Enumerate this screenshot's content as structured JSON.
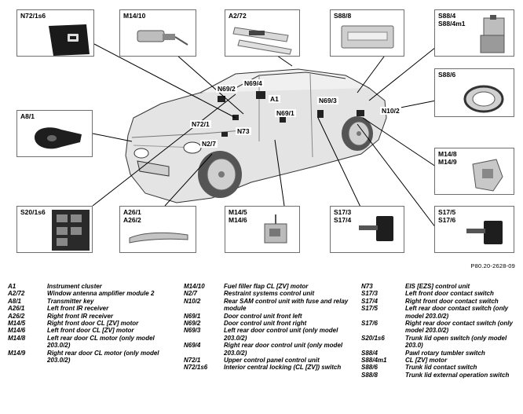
{
  "boxes": {
    "n72_1s6": "N72/1s6",
    "m14_10": "M14/10",
    "a2_72": "A2/72",
    "s88_8": "S88/8",
    "s88_4": "S88/4\nS88/4m1",
    "s88_6": "S88/6",
    "a8_1": "A8/1",
    "m14_8": "M14/8\nM14/9",
    "s20_1s6": "S20/1s6",
    "a26": "A26/1\nA26/2",
    "m14_5": "M14/5\nM14/6",
    "s17_3": "S17/3\nS17/4",
    "s17_5": "S17/5\nS17/6"
  },
  "car_tags": {
    "n69_2": "N69/2",
    "n69_4": "N69/4",
    "a1": "A1",
    "n69_1": "N69/1",
    "n69_3": "N69/3",
    "n10_2": "N10/2",
    "n72_1": "N72/1",
    "n73": "N73",
    "n2_7": "N2/7"
  },
  "reference_code": "P80.20-2628-09",
  "legend": {
    "col1": [
      {
        "code": "A1",
        "desc": "Instrument cluster"
      },
      {
        "code": "A2/72",
        "desc": "Window antenna amplifier module 2"
      },
      {
        "code": "A8/1",
        "desc": "Transmitter key"
      },
      {
        "code": "A26/1",
        "desc": "Left front IR receiver"
      },
      {
        "code": "A26/2",
        "desc": "Right front IR receiver"
      },
      {
        "code": "M14/5",
        "desc": "Right front door CL [ZV] motor"
      },
      {
        "code": "M14/6",
        "desc": "Left front door CL [ZV] motor"
      },
      {
        "code": "M14/8",
        "desc": "Left rear door CL motor (only model 203.0/2)"
      },
      {
        "code": "M14/9",
        "desc": "Right rear door CL motor (only model 203.0/2)"
      }
    ],
    "col2": [
      {
        "code": "M14/10",
        "desc": "Fuel filler flap CL [ZV] motor"
      },
      {
        "code": "N2/7",
        "desc": "Restraint systems control unit"
      },
      {
        "code": "N10/2",
        "desc": "Rear SAM control unit with fuse and relay module"
      },
      {
        "code": "N69/1",
        "desc": "Door control unit front left"
      },
      {
        "code": "N69/2",
        "desc": "Door control unit front right"
      },
      {
        "code": "N69/3",
        "desc": "Left rear door control unit (only model 203.0/2)"
      },
      {
        "code": "N69/4",
        "desc": "Right rear door control unit (only model 203.0/2)"
      },
      {
        "code": "N72/1",
        "desc": "Upper control panel control unit"
      },
      {
        "code": "N72/1s6",
        "desc": "Interior central locking (CL [ZV]) switch"
      }
    ],
    "col3": [
      {
        "code": "N73",
        "desc": "EIS [EZS] control unit"
      },
      {
        "code": "S17/3",
        "desc": "Left front door contact switch"
      },
      {
        "code": "S17/4",
        "desc": "Right front door contact switch"
      },
      {
        "code": "S17/5",
        "desc": "Left rear door contact switch (only model 203.0/2)"
      },
      {
        "code": "S17/6",
        "desc": "Right rear door contact switch (only model 203.0/2)"
      },
      {
        "code": "S20/1s6",
        "desc": "Trunk lid open switch (only model 203.0)"
      },
      {
        "code": "S88/4",
        "desc": "Pawl rotary tumbler switch"
      },
      {
        "code": "S88/4m1",
        "desc": "CL [ZV] motor"
      },
      {
        "code": "S88/6",
        "desc": "Trunk lid contact switch"
      },
      {
        "code": "S88/8",
        "desc": "Trunk lid external operation switch"
      }
    ]
  }
}
